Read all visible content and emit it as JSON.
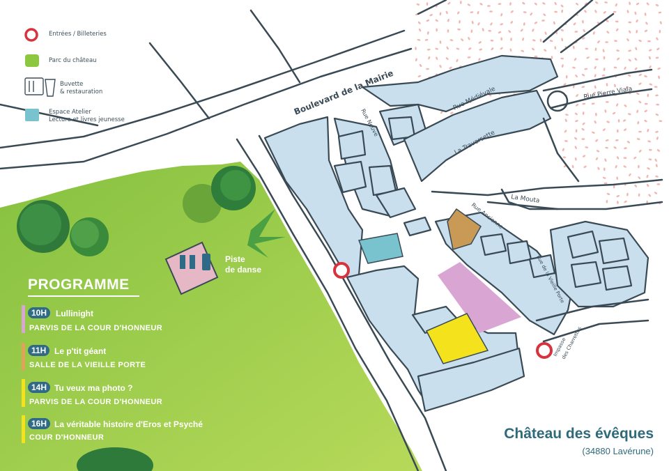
{
  "legend": {
    "entries": "Entrées / Billeteries",
    "park": "Parc du château",
    "bar_line1": "Buvette",
    "bar_line2": "& restauration",
    "workshop_line1": "Espace Atelier",
    "workshop_line2": "Lecture et livres jeunesse"
  },
  "streets": {
    "boulevard": "Boulevard de la Mairie",
    "neuve": "Rue Neuve",
    "medievale": "Rue Médiévale",
    "pierre_viala": "Rue Pierre Viala",
    "traversette": "La Traversette",
    "mouta": "La Mouta",
    "ancienne": "Rue Ancienne",
    "vieille_porte": "Rue de la Vieille Porte",
    "impasse_line1": "Impasse",
    "impasse_line2": "des Charrettes"
  },
  "dance": {
    "line1": "Piste",
    "line2": "de danse"
  },
  "programme": {
    "title": "PROGRAMME",
    "items": [
      {
        "time": "10H",
        "name": "Lullinight",
        "place": "PARVIS DE LA COUR D'HONNEUR",
        "color": "#d9a6d3"
      },
      {
        "time": "11H",
        "name": "Le p'tit géant",
        "place": "SALLE DE LA VIEILLE PORTE",
        "color": "#e0a35a"
      },
      {
        "time": "14H",
        "name": "Tu veux ma photo ?",
        "place": "PARVIS DE LA COUR D'HONNEUR",
        "color": "#f4e21c"
      },
      {
        "time": "16H",
        "name": "La véritable histoire d'Eros et Psyché",
        "place": "COUR D'HONNEUR",
        "color": "#f4e21c"
      }
    ]
  },
  "place": {
    "title": "Château des évêques",
    "subtitle": "(34880 Lavérune)"
  },
  "colors": {
    "building": "#c9dfee",
    "street_line": "#3a4a55",
    "park": "#93c83e",
    "workshop": "#79c3cf",
    "salle": "#c89a55",
    "parvis": "#d9a6d3",
    "cour": "#f4e21c",
    "entry": "#d8323c",
    "dots": "#f0b8b3"
  }
}
